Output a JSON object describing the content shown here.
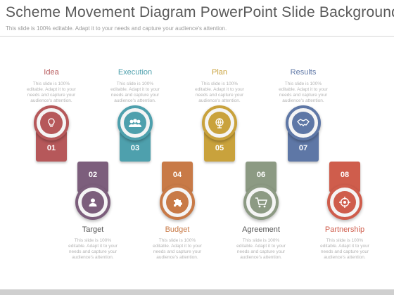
{
  "title": "Scheme Movement Diagram PowerPoint Slide Backgrounds",
  "subtitle": "This slide is 100% editable. Adapt it to your needs and capture your audience's attention.",
  "desc_lines": [
    "This slide is 100%",
    "editable. Adapt it to your",
    "needs and capture your",
    "audience's attention."
  ],
  "steps": [
    {
      "number": "01",
      "label": "Idea",
      "icon": "lightbulb-icon",
      "color": "#b6585a"
    },
    {
      "number": "02",
      "label": "Target",
      "icon": "person-icon",
      "color": "#7c5e7c"
    },
    {
      "number": "03",
      "label": "Execution",
      "icon": "team-icon",
      "color": "#4ea0ad"
    },
    {
      "number": "04",
      "label": "Budget",
      "icon": "puzzle-icon",
      "color": "#c87a47"
    },
    {
      "number": "05",
      "label": "Plan",
      "icon": "globe-icon",
      "color": "#c9a23c"
    },
    {
      "number": "06",
      "label": "Agreement",
      "icon": "cart-icon",
      "color": "#8c9a83"
    },
    {
      "number": "07",
      "label": "Results",
      "icon": "handshake-icon",
      "color": "#5e77a6"
    },
    {
      "number": "08",
      "label": "Partnership",
      "icon": "target-icon",
      "color": "#cf5d4c"
    }
  ]
}
